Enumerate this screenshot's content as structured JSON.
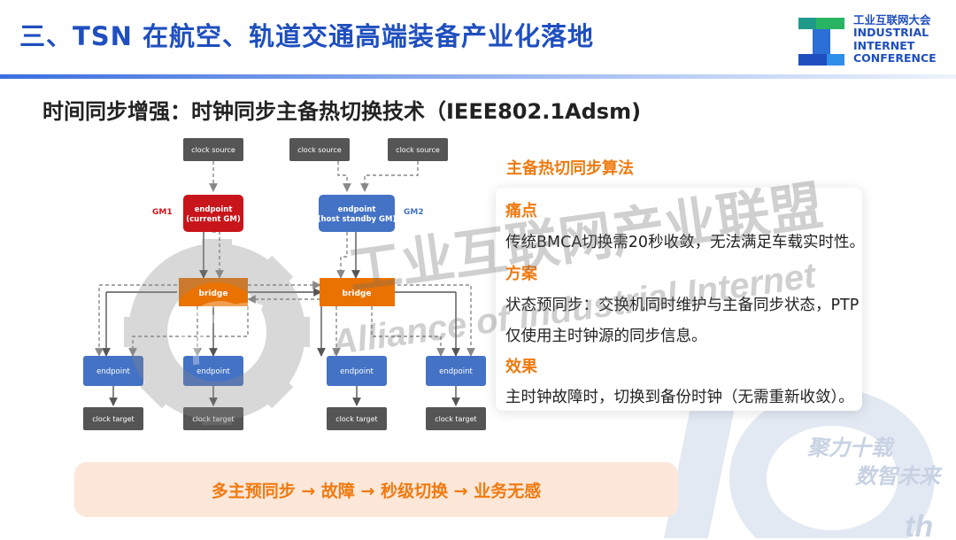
{
  "header": {
    "title": "三、TSN 在航空、轨道交通高端装备产业化落地",
    "logo_lines": [
      "工业互联网大会",
      "INDUSTRIAL",
      "INTERNET",
      "CONFERENCE"
    ]
  },
  "subtitle": "时间同步增强：时钟同步主备热切换技术（IEEE802.1Adsm)",
  "diagram": {
    "clock_source": "clock source",
    "endpoint_gm1": [
      "endpoint",
      "(current GM)"
    ],
    "endpoint_gm2": [
      "endpoint",
      "(host standby GM)"
    ],
    "gm1_label": "GM1",
    "gm2_label": "GM2",
    "bridge": "bridge",
    "endpoint": "endpoint",
    "clock_target": "clock target"
  },
  "panel": {
    "title": "主备热切同步算法",
    "pain_heading": "痛点",
    "pain_text": "传统BMCA切换需20秒收敛，无法满足车载实时性。",
    "solution_heading": "方案",
    "solution_line1": "状态预同步：交换机同时维护与主备同步状态，PTP",
    "solution_line2": "仅使用主时钟源的同步信息。",
    "effect_heading": "效果",
    "effect_text": "主时钟故障时，切换到备份时钟（无需重新收敛）。"
  },
  "banner": "多主预同步 → 故障 → 秒级切换 → 业务无感",
  "watermark": {
    "line1": "工业互联网产业联盟",
    "line2": "Alliance of Industrial Internet"
  },
  "decoration": {
    "line1": "聚力十载",
    "line2": "数智未来",
    "th": "th"
  },
  "colors": {
    "title_blue": "#1f4fbf",
    "accent_orange": "#f07a10",
    "box_gray": "#555555",
    "gm1_red": "#c8151b",
    "box_blue": "#4472c4",
    "bridge_orange": "#ea7200",
    "banner_bg": "#fde7d8"
  }
}
